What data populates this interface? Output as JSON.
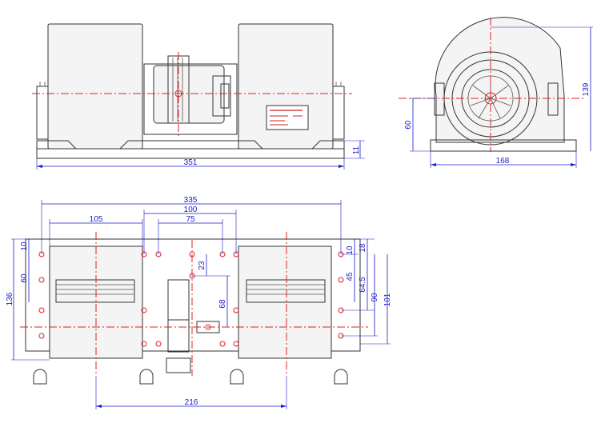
{
  "dimensions": {
    "front_width": "351",
    "front_base_height": "11",
    "side_width": "168",
    "side_height": "139",
    "side_mount_height": "60",
    "top_overall": "335",
    "top_left_span": "105",
    "top_mid_span": "100",
    "top_inner_span": "75",
    "top_depth": "136",
    "top_left_60": "60",
    "top_left_10": "10",
    "top_right_10": "10",
    "top_right_18": "18",
    "top_right_45": "45",
    "top_right_64_5": "64.5",
    "top_right_90": "90",
    "top_right_101": "101",
    "top_23": "23",
    "top_68": "68",
    "bottom_216": "216"
  },
  "colors": {
    "outline": "#333333",
    "centerline": "#e02020",
    "dimension": "#1a1acc"
  }
}
